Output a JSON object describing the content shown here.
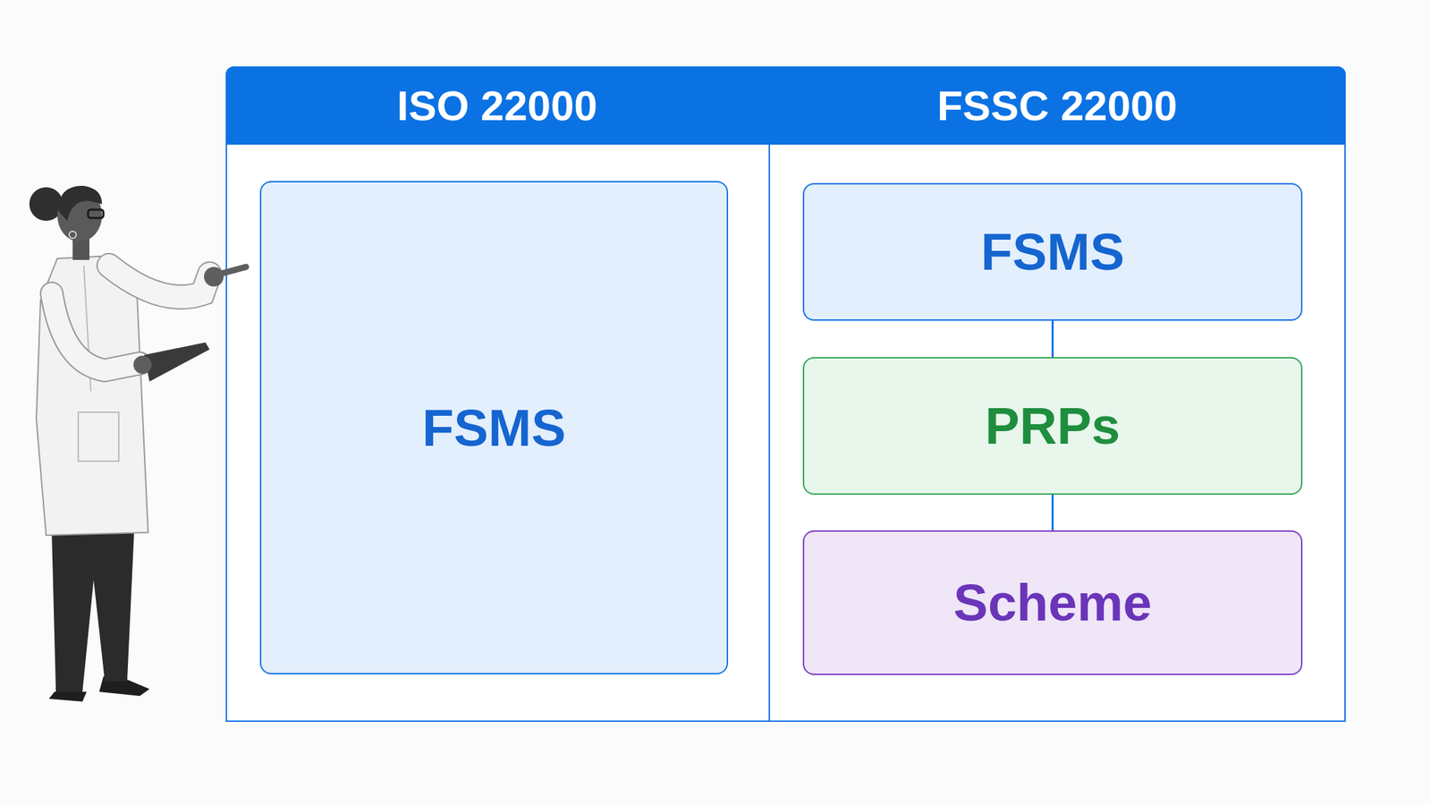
{
  "diagram": {
    "nodes": [
      {
        "text": [
          "ISO 22000"
        ]
      },
      {
        "text": [
          "FSSC 22000"
        ]
      },
      {
        "text": [
          "FSMS"
        ],
        "in": 0
      },
      {
        "text": [
          "FSMS"
        ],
        "in": 1
      },
      {
        "text": [
          "PRPs"
        ],
        "in": 1
      },
      {
        "text": [
          "Scheme"
        ],
        "in": 1
      }
    ],
    "edges": [
      {
        "from": 3,
        "to": 4,
        "arrow": "none"
      },
      {
        "from": 4,
        "to": 5,
        "arrow": "none"
      }
    ]
  }
}
